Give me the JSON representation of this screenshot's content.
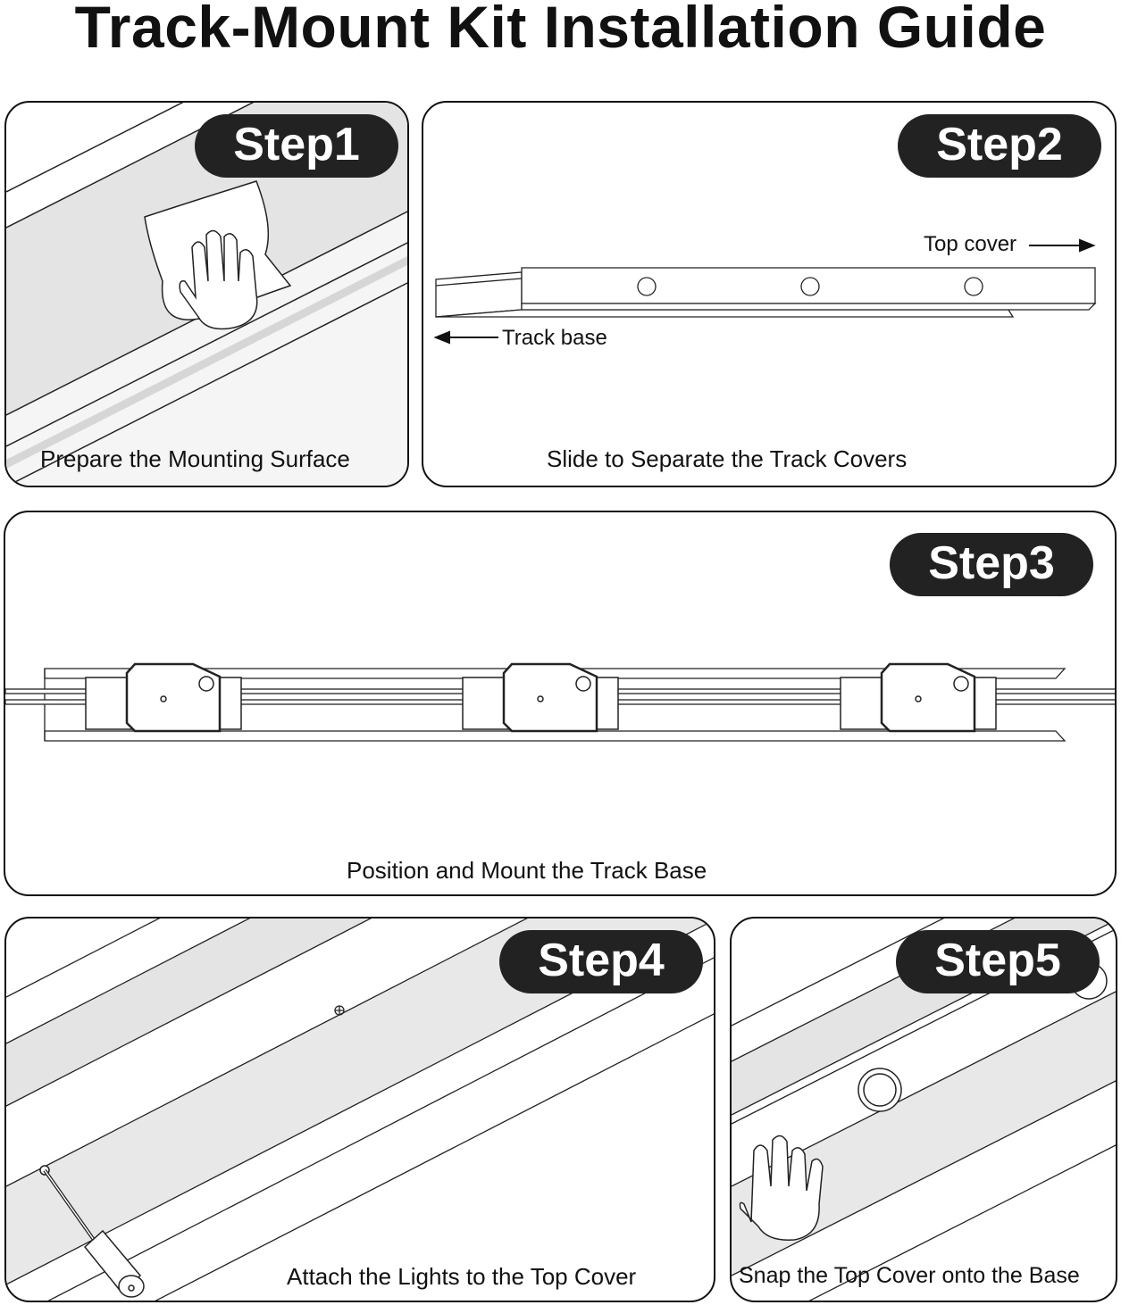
{
  "title": "Track-Mount Kit Installation Guide",
  "steps": [
    {
      "badge": "Step1",
      "caption": "Prepare the Mounting Surface"
    },
    {
      "badge": "Step2",
      "caption": "Slide to Separate the Track Covers",
      "labels": {
        "top_cover": "Top cover",
        "track_base": "Track base"
      }
    },
    {
      "badge": "Step3",
      "caption": "Position and Mount the Track Base"
    },
    {
      "badge": "Step4",
      "caption": "Attach the Lights to the Top Cover"
    },
    {
      "badge": "Step5",
      "caption": "Snap the Top Cover onto the Base"
    }
  ]
}
